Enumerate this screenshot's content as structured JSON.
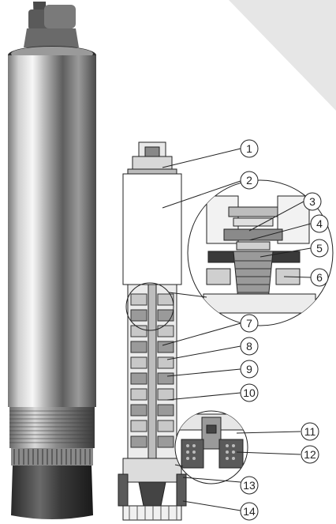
{
  "colors": {
    "background": "#ffffff",
    "corner_triangle": "#e4e4e4",
    "pump_steel_light": "#f4f4f4",
    "pump_steel_dark": "#6a6a6a",
    "base_dark": "#3a3a3a",
    "line": "#222222"
  },
  "callouts": [
    {
      "id": "c1",
      "label": "1"
    },
    {
      "id": "c2",
      "label": "2"
    },
    {
      "id": "c3",
      "label": "3"
    },
    {
      "id": "c4",
      "label": "4"
    },
    {
      "id": "c5",
      "label": "5"
    },
    {
      "id": "c6",
      "label": "6"
    },
    {
      "id": "c7",
      "label": "7"
    },
    {
      "id": "c8",
      "label": "8"
    },
    {
      "id": "c9",
      "label": "9"
    },
    {
      "id": "c10",
      "label": "10"
    },
    {
      "id": "c11",
      "label": "11"
    },
    {
      "id": "c12",
      "label": "12"
    },
    {
      "id": "c13",
      "label": "13"
    },
    {
      "id": "c14",
      "label": "14"
    }
  ]
}
